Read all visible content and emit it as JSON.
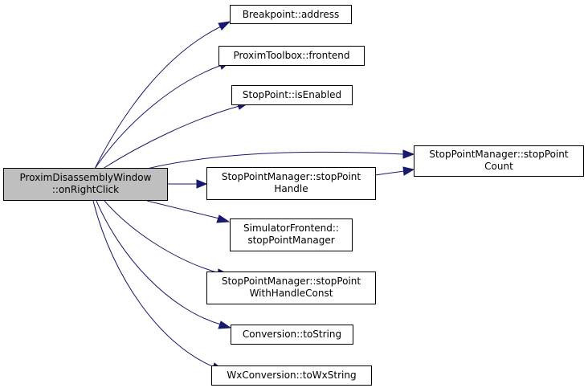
{
  "graph": {
    "type": "call-graph",
    "direction": "left-to-right",
    "colors": {
      "edge": "#191970",
      "root_fill": "#bfbfbf",
      "node_fill": "#ffffff",
      "node_border": "#000000"
    },
    "root": {
      "id": "root",
      "lines": [
        "ProximDisassemblyWindow",
        "::onRightClick"
      ]
    },
    "nodes": [
      {
        "id": "bp_address",
        "lines": [
          "Breakpoint::address"
        ]
      },
      {
        "id": "tb_frontend",
        "lines": [
          "ProximToolbox::frontend"
        ]
      },
      {
        "id": "sp_enabled",
        "lines": [
          "StopPoint::isEnabled"
        ]
      },
      {
        "id": "spm_count",
        "lines": [
          "StopPointManager::stopPoint",
          "Count"
        ]
      },
      {
        "id": "spm_handle",
        "lines": [
          "StopPointManager::stopPoint",
          "Handle"
        ]
      },
      {
        "id": "sf_spm",
        "lines": [
          "SimulatorFrontend::",
          "stopPointManager"
        ]
      },
      {
        "id": "spm_whc",
        "lines": [
          "StopPointManager::stopPoint",
          "WithHandleConst"
        ]
      },
      {
        "id": "conv_tostring",
        "lines": [
          "Conversion::toString"
        ]
      },
      {
        "id": "wx_towxstring",
        "lines": [
          "WxConversion::toWxString"
        ]
      }
    ],
    "edges": [
      {
        "from": "root",
        "to": "bp_address"
      },
      {
        "from": "root",
        "to": "tb_frontend"
      },
      {
        "from": "root",
        "to": "sp_enabled"
      },
      {
        "from": "root",
        "to": "spm_count"
      },
      {
        "from": "root",
        "to": "spm_handle"
      },
      {
        "from": "root",
        "to": "sf_spm"
      },
      {
        "from": "root",
        "to": "spm_whc"
      },
      {
        "from": "root",
        "to": "conv_tostring"
      },
      {
        "from": "root",
        "to": "wx_towxstring"
      },
      {
        "from": "spm_handle",
        "to": "spm_count"
      }
    ]
  }
}
